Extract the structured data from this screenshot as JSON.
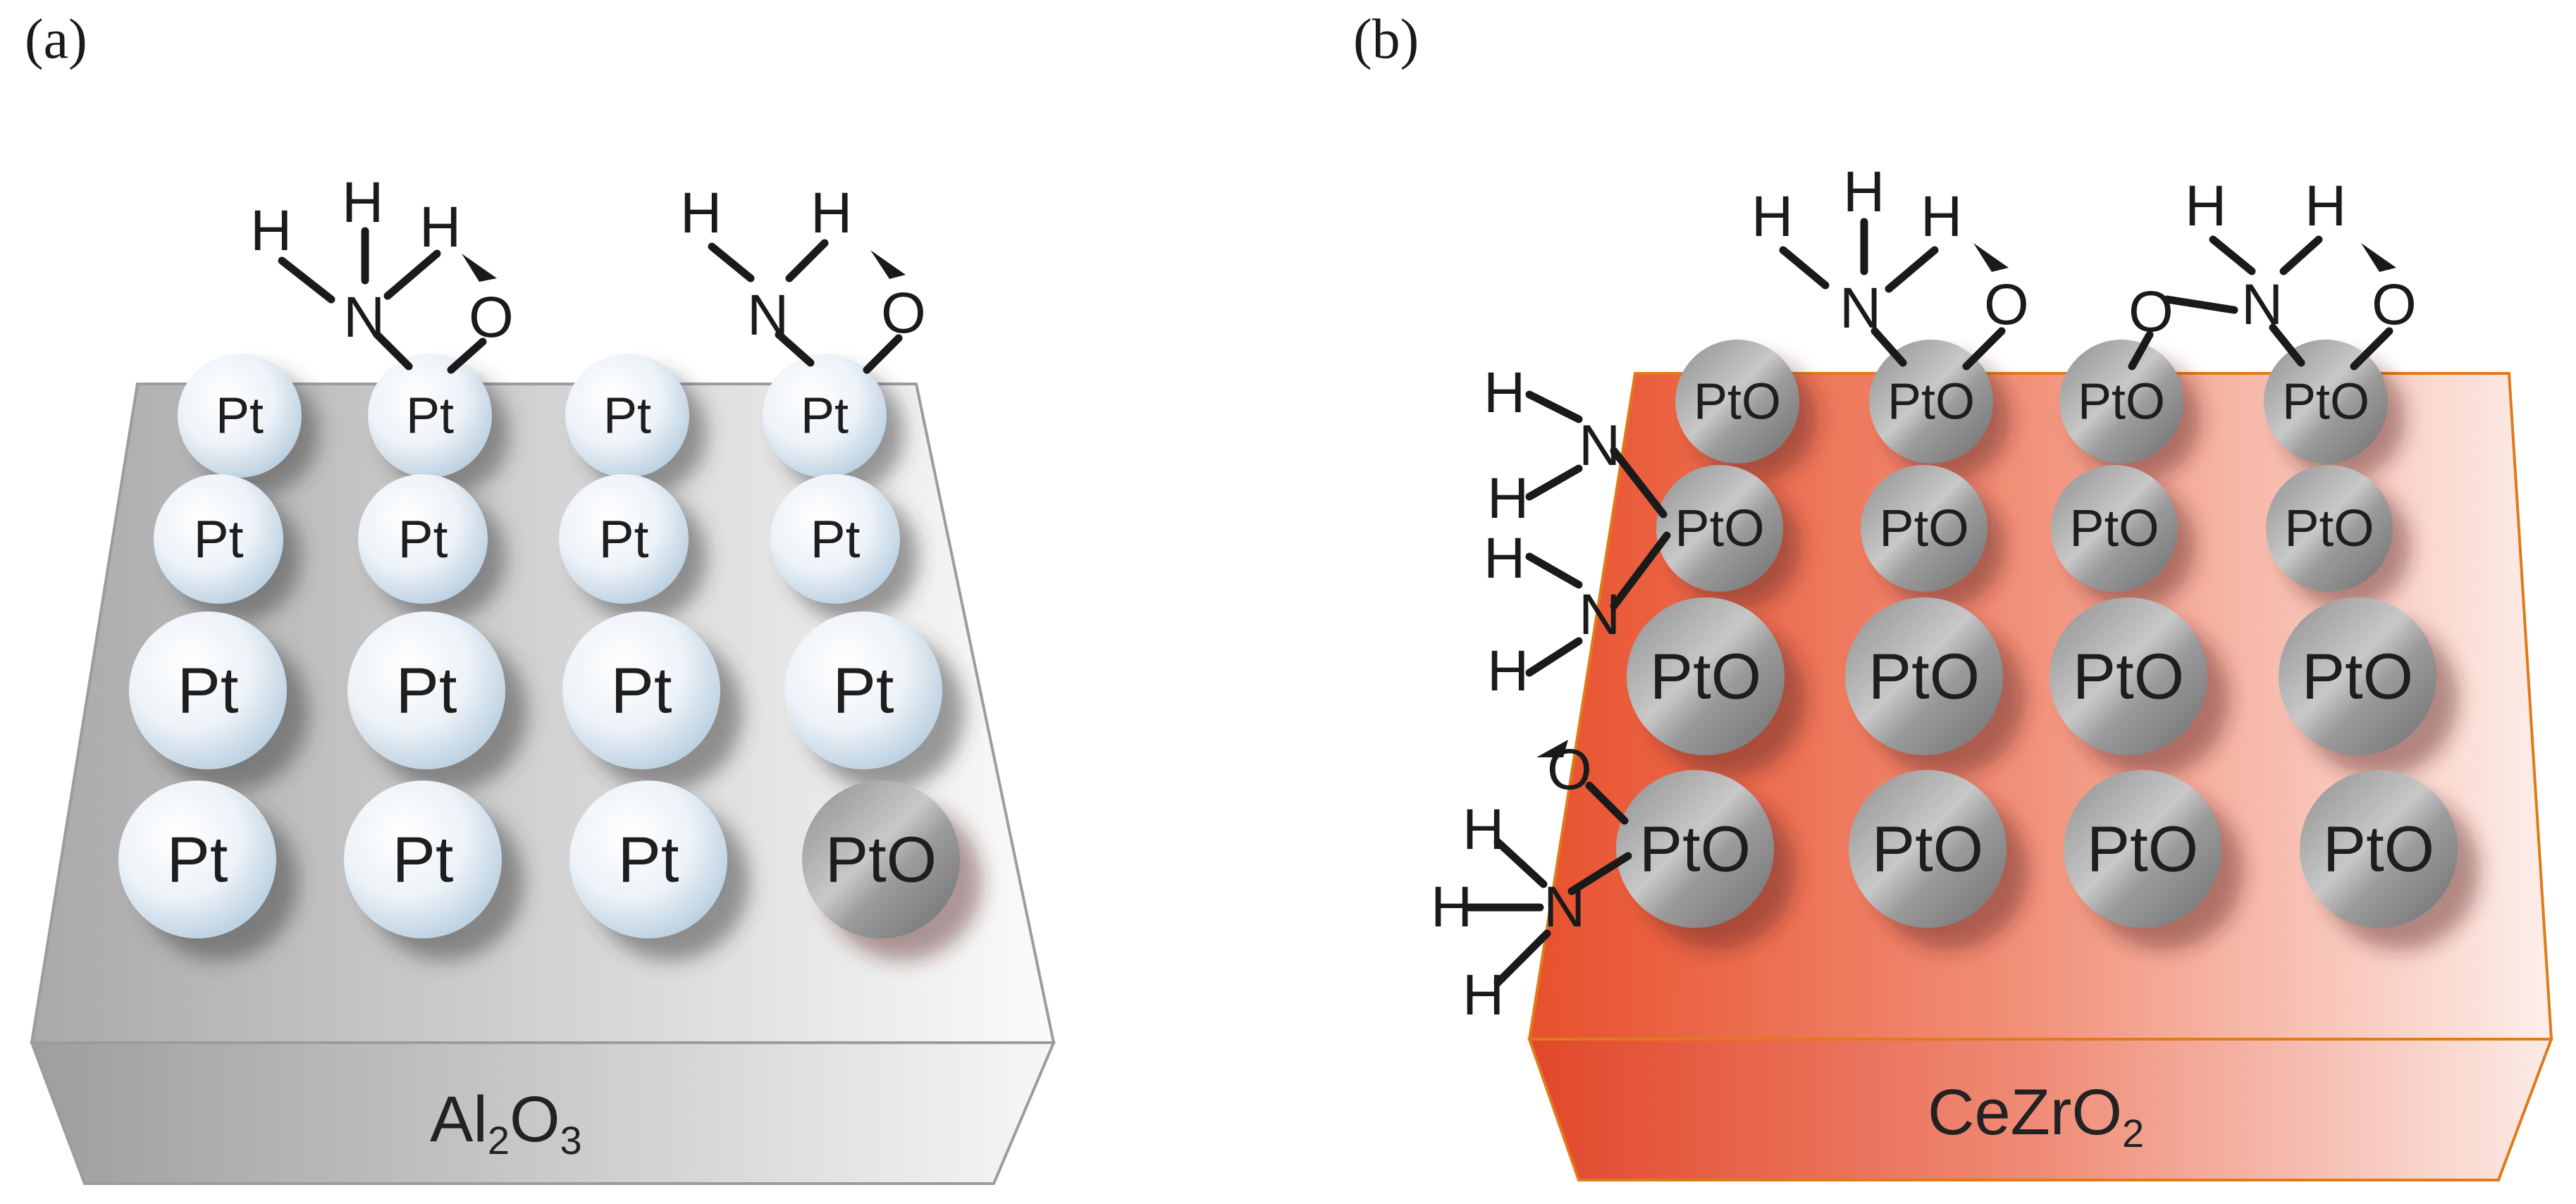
{
  "panels": [
    {
      "label": "(a)",
      "support": {
        "formula_main": "Al",
        "formula_sub1": "2",
        "formula_mid": "O",
        "formula_sub2": "3",
        "color": "#b8b8b8"
      },
      "particles": [
        [
          "Pt",
          "Pt",
          "Pt",
          "Pt"
        ],
        [
          "Pt",
          "Pt",
          "Pt",
          "Pt"
        ],
        [
          "Pt",
          "Pt",
          "Pt",
          "Pt"
        ],
        [
          "Pt",
          "Pt",
          "Pt",
          "PtO"
        ]
      ]
    },
    {
      "label": "(b)",
      "support": {
        "formula_main": "CeZrO",
        "formula_sub1": "2",
        "color": "#e8502f"
      },
      "particles": [
        [
          "PtO",
          "PtO",
          "PtO",
          "PtO"
        ],
        [
          "PtO",
          "PtO",
          "PtO",
          "PtO"
        ],
        [
          "PtO",
          "PtO",
          "PtO",
          "PtO"
        ],
        [
          "PtO",
          "PtO",
          "PtO",
          "PtO"
        ]
      ]
    }
  ],
  "atoms": {
    "h": "H",
    "n": "N",
    "o": "O"
  },
  "colors": {
    "pt_particle": "#e8eef4",
    "pto_particle": "#9a9a9a",
    "alumina": "#bdbdbd",
    "ceria": "#e9532f"
  }
}
